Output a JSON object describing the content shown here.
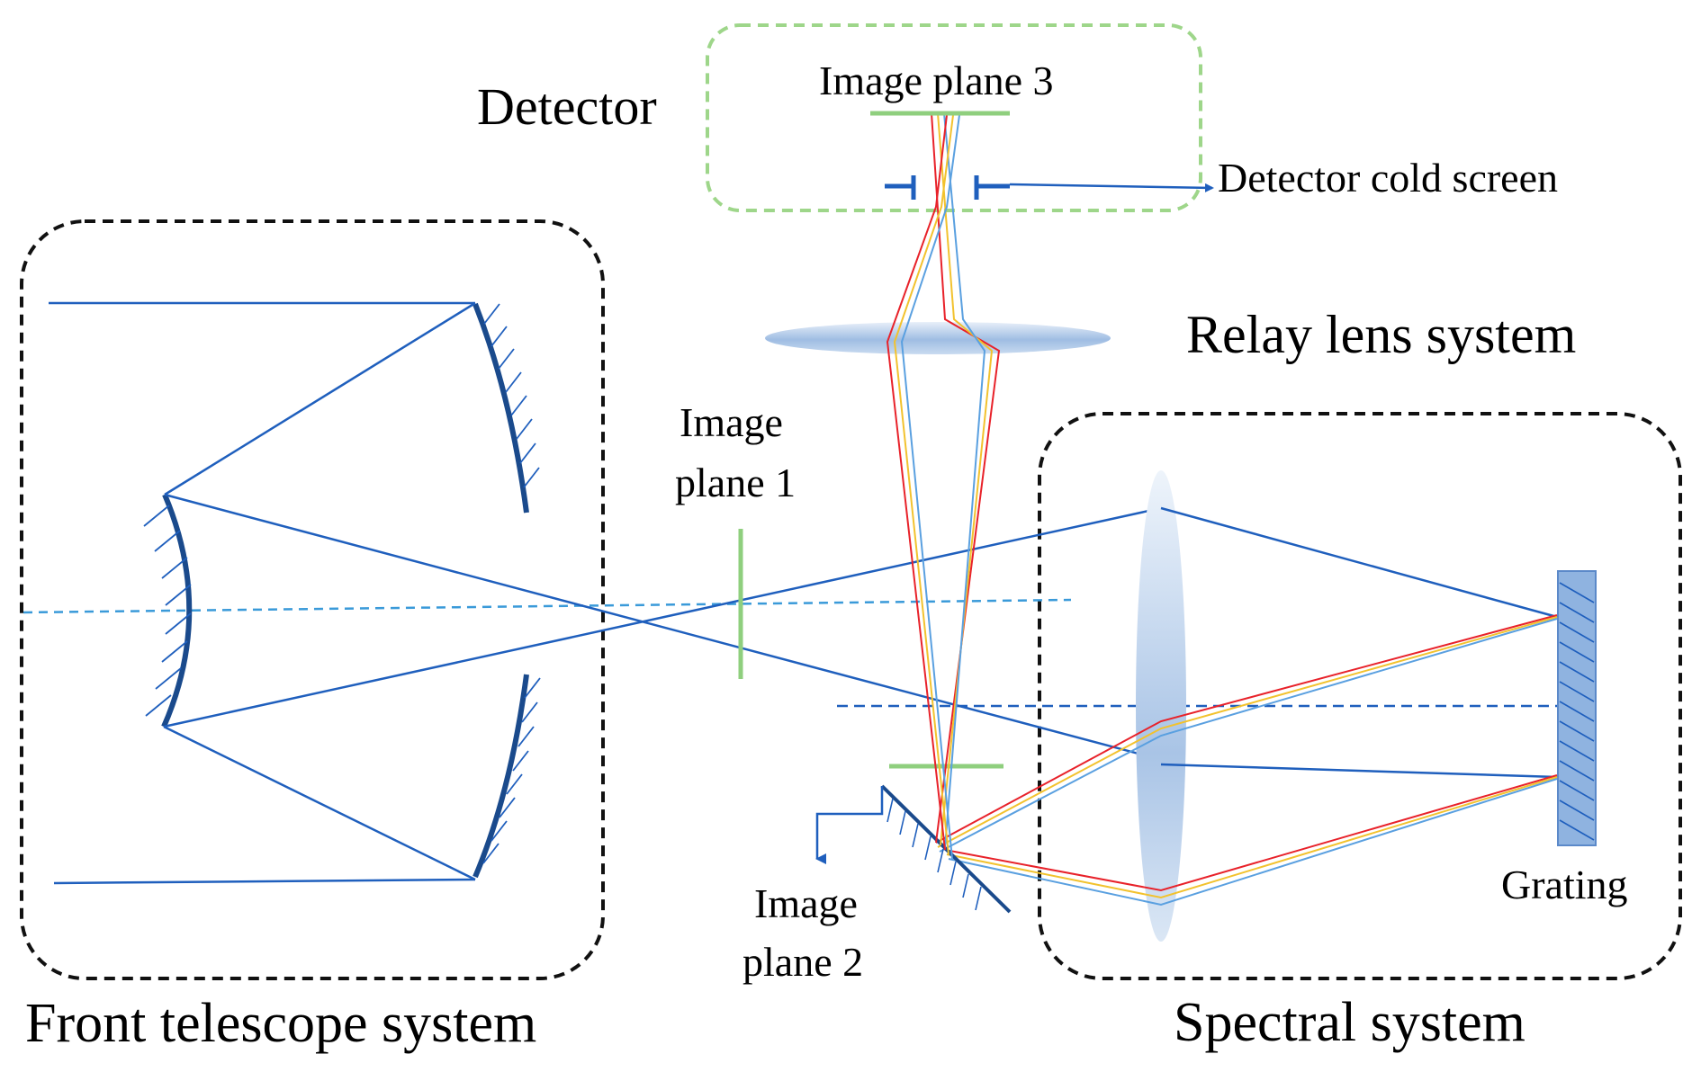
{
  "labels": {
    "detector": "Detector",
    "image_plane_3": "Image plane 3",
    "detector_cold_screen": "Detector cold screen",
    "relay_lens_system": "Relay lens system",
    "image_plane_1_line1": "Image",
    "image_plane_1_line2": "plane 1",
    "image_plane_2_line1": "Image",
    "image_plane_2_line2": "plane 2",
    "grating": "Grating",
    "front_telescope_system": "Front telescope system",
    "spectral_system": "Spectral system"
  },
  "colors": {
    "ray_blue": "#1f5fbd",
    "mirror_dark_blue": "#1a4a8c",
    "axis_light_blue": "#3a9ad9",
    "image_plane_green": "#8fcf7e",
    "detector_box_green": "#9ed68a",
    "ray_red": "#e8222a",
    "ray_yellow": "#f2c22e",
    "ray_light_blue": "#5aa0e0",
    "box_black": "#111111"
  }
}
